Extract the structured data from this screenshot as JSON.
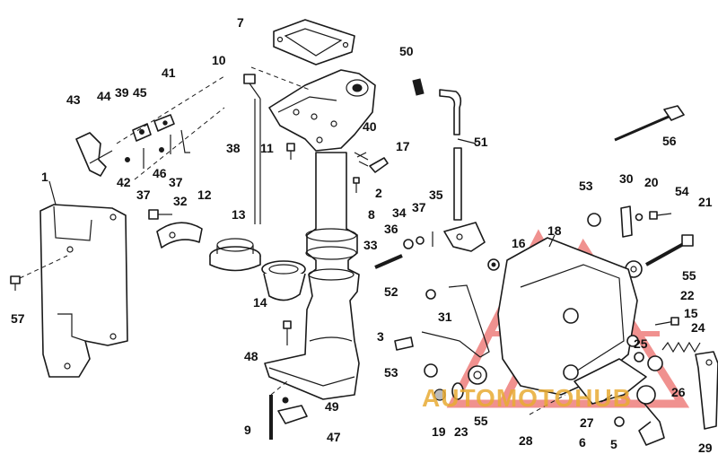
{
  "diagram": {
    "labels": [
      {
        "id": "p1",
        "text": "1"
      },
      {
        "id": "p2",
        "text": "2"
      },
      {
        "id": "p3",
        "text": "3"
      },
      {
        "id": "p5",
        "text": "5"
      },
      {
        "id": "p6",
        "text": "6"
      },
      {
        "id": "p7",
        "text": "7"
      },
      {
        "id": "p8",
        "text": "8"
      },
      {
        "id": "p9",
        "text": "9"
      },
      {
        "id": "p10",
        "text": "10"
      },
      {
        "id": "p11",
        "text": "11"
      },
      {
        "id": "p12",
        "text": "12"
      },
      {
        "id": "p13",
        "text": "13"
      },
      {
        "id": "p14",
        "text": "14"
      },
      {
        "id": "p15",
        "text": "15"
      },
      {
        "id": "p16",
        "text": "16"
      },
      {
        "id": "p17",
        "text": "17"
      },
      {
        "id": "p18",
        "text": "18"
      },
      {
        "id": "p19",
        "text": "19"
      },
      {
        "id": "p20",
        "text": "20"
      },
      {
        "id": "p21",
        "text": "21"
      },
      {
        "id": "p22",
        "text": "22"
      },
      {
        "id": "p23",
        "text": "23"
      },
      {
        "id": "p24",
        "text": "24"
      },
      {
        "id": "p25",
        "text": "25"
      },
      {
        "id": "p26",
        "text": "26"
      },
      {
        "id": "p27",
        "text": "27"
      },
      {
        "id": "p28",
        "text": "28"
      },
      {
        "id": "p29",
        "text": "29"
      },
      {
        "id": "p30",
        "text": "30"
      },
      {
        "id": "p31",
        "text": "31"
      },
      {
        "id": "p32",
        "text": "32"
      },
      {
        "id": "p33",
        "text": "33"
      },
      {
        "id": "p34",
        "text": "34"
      },
      {
        "id": "p35",
        "text": "35"
      },
      {
        "id": "p36",
        "text": "36"
      },
      {
        "id": "p37a",
        "text": "37"
      },
      {
        "id": "p37b",
        "text": "37"
      },
      {
        "id": "p37c",
        "text": "37"
      },
      {
        "id": "p38",
        "text": "38"
      },
      {
        "id": "p39",
        "text": "39"
      },
      {
        "id": "p40",
        "text": "40"
      },
      {
        "id": "p41",
        "text": "41"
      },
      {
        "id": "p42",
        "text": "42"
      },
      {
        "id": "p43",
        "text": "43"
      },
      {
        "id": "p44",
        "text": "44"
      },
      {
        "id": "p45",
        "text": "45"
      },
      {
        "id": "p46",
        "text": "46"
      },
      {
        "id": "p47",
        "text": "47"
      },
      {
        "id": "p48",
        "text": "48"
      },
      {
        "id": "p49",
        "text": "49"
      },
      {
        "id": "p50",
        "text": "50"
      },
      {
        "id": "p51",
        "text": "51"
      },
      {
        "id": "p52",
        "text": "52"
      },
      {
        "id": "p53a",
        "text": "53"
      },
      {
        "id": "p53b",
        "text": "53"
      },
      {
        "id": "p54",
        "text": "54"
      },
      {
        "id": "p55a",
        "text": "55"
      },
      {
        "id": "p55b",
        "text": "55"
      },
      {
        "id": "p56",
        "text": "56"
      },
      {
        "id": "p57",
        "text": "57"
      }
    ]
  },
  "watermark": {
    "text": "AUTOMOTOHUB",
    "color": "#e53935",
    "accent": "#e8aa32"
  }
}
